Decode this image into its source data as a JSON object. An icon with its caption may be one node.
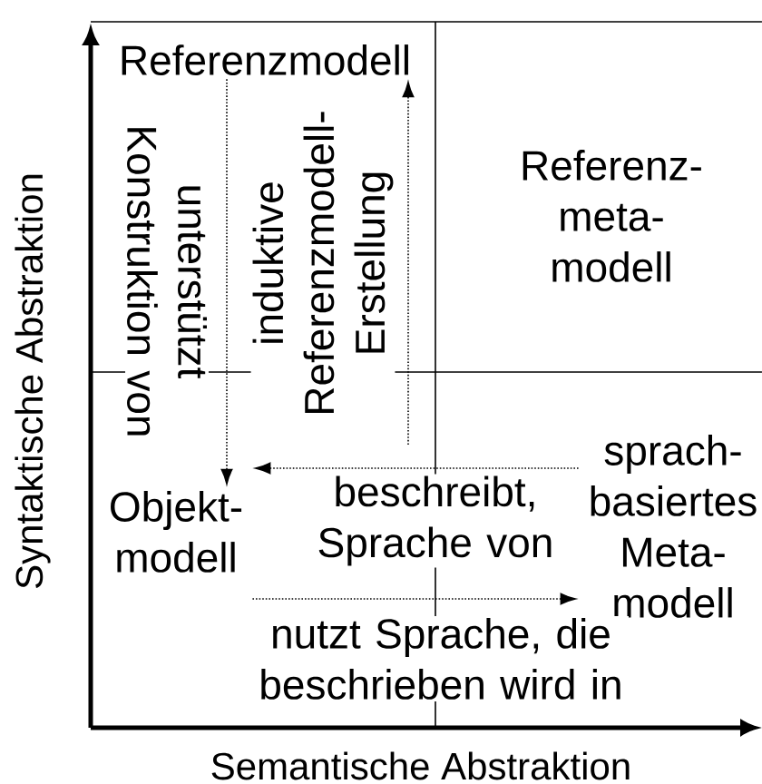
{
  "diagram": {
    "nodes": [
      {
        "text": [
          "Referenzmodell"
        ]
      },
      {
        "text": [
          "Referenz- meta- modell"
        ]
      },
      {
        "text": [
          "Objekt- modell"
        ]
      },
      {
        "text": [
          "sprach- basiertes Meta- modell"
        ]
      }
    ],
    "edges": [
      {
        "from": 0,
        "to": 2,
        "arrow": "to",
        "label": "unterstützt Konstruktion von",
        "style": "dashed"
      },
      {
        "from": null,
        "to": 0,
        "arrow": "to",
        "label": "induktive Referenzmodell- Erstellung",
        "style": "dashed"
      },
      {
        "from": 3,
        "to": 2,
        "arrow": "to",
        "label": "beschreibt, Sprache von",
        "style": "dashed"
      },
      {
        "from": 2,
        "to": 3,
        "arrow": "to",
        "label": "nutzt Sprache, die beschrieben wird in",
        "style": "dashed"
      }
    ],
    "labels": [
      "Syntaktische Abstraktion",
      "Semantische Abstraktion"
    ]
  }
}
